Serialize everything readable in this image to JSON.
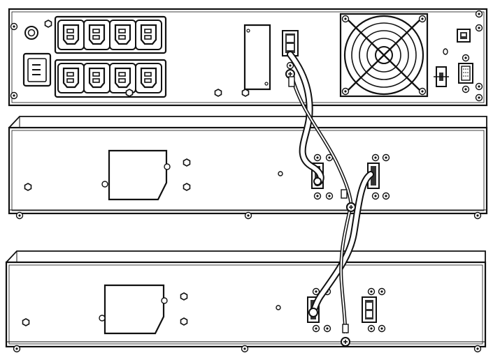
{
  "figure": {
    "kind": "line-drawing",
    "ink_color": "#111111",
    "fill_light": "#ffffff",
    "fill_dark": "#333333"
  },
  "ups_unit": {
    "outlets": {
      "top_row": 4,
      "bottom_row": 4
    },
    "icons": [
      "power-inlet-icon",
      "breaker-icon",
      "fan-icon",
      "usb-port-icon",
      "serial-port-icon",
      "battery-connector-icon",
      "ground-screw-icon"
    ]
  },
  "battery_pack_1": {
    "connectors": 2,
    "icons": [
      "cover-plate-icon",
      "battery-connector-icon",
      "ground-screw-icon"
    ]
  },
  "battery_pack_2": {
    "connectors": 2,
    "icons": [
      "cover-plate-icon",
      "battery-connector-icon",
      "ground-screw-icon"
    ]
  },
  "cables": {
    "power_cables": 2,
    "ground_cables": 2
  }
}
